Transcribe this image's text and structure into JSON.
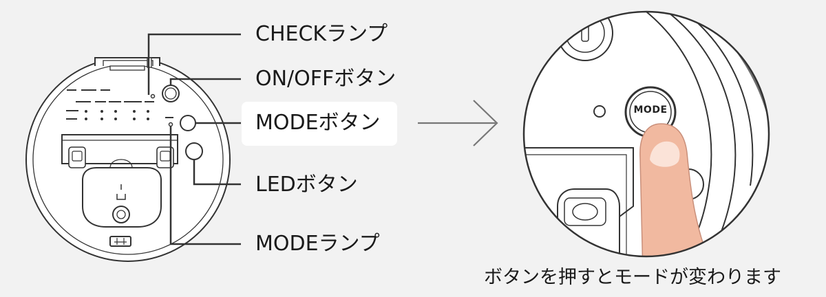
{
  "labels": {
    "check_lamp": "CHECKランプ",
    "onoff_button": "ON/OFFボタン",
    "mode_button": "MODEボタン",
    "led_button": "LEDボタン",
    "mode_lamp": "MODEランプ"
  },
  "zoom": {
    "button_label": "MODE"
  },
  "caption": "ボタンを押すとモードが変わります",
  "colors": {
    "background": "#f2f2f2",
    "line": "#333333",
    "finger": "#f1b9a0",
    "highlight": "#ffffff"
  }
}
